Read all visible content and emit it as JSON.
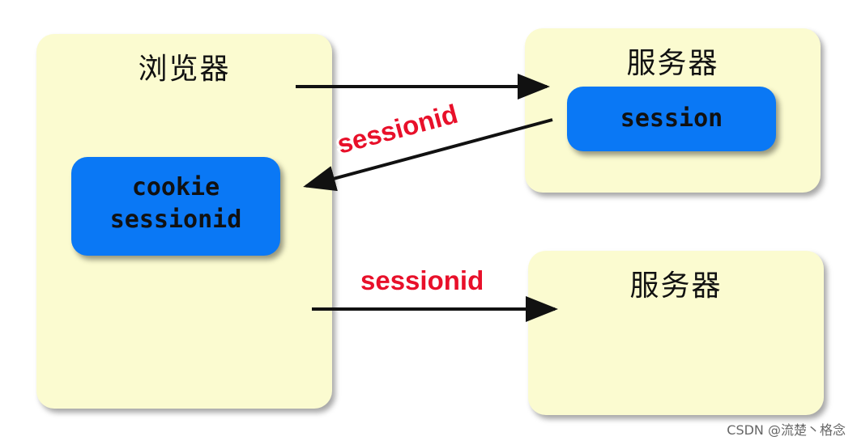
{
  "browser": {
    "title": "浏览器",
    "cookie_box": {
      "line1": "cookie",
      "line2": "sessionid"
    }
  },
  "server_top": {
    "title": "服务器",
    "session_box": {
      "label": "session"
    }
  },
  "server_bottom": {
    "title": "服务器"
  },
  "arrows": {
    "return_label": "sessionid",
    "forward_label": "sessionid"
  },
  "watermark": "CSDN @流楚丶格念",
  "colors": {
    "panel": "#fbfbd0",
    "pill": "#0a78f5",
    "label": "#e8102a"
  }
}
